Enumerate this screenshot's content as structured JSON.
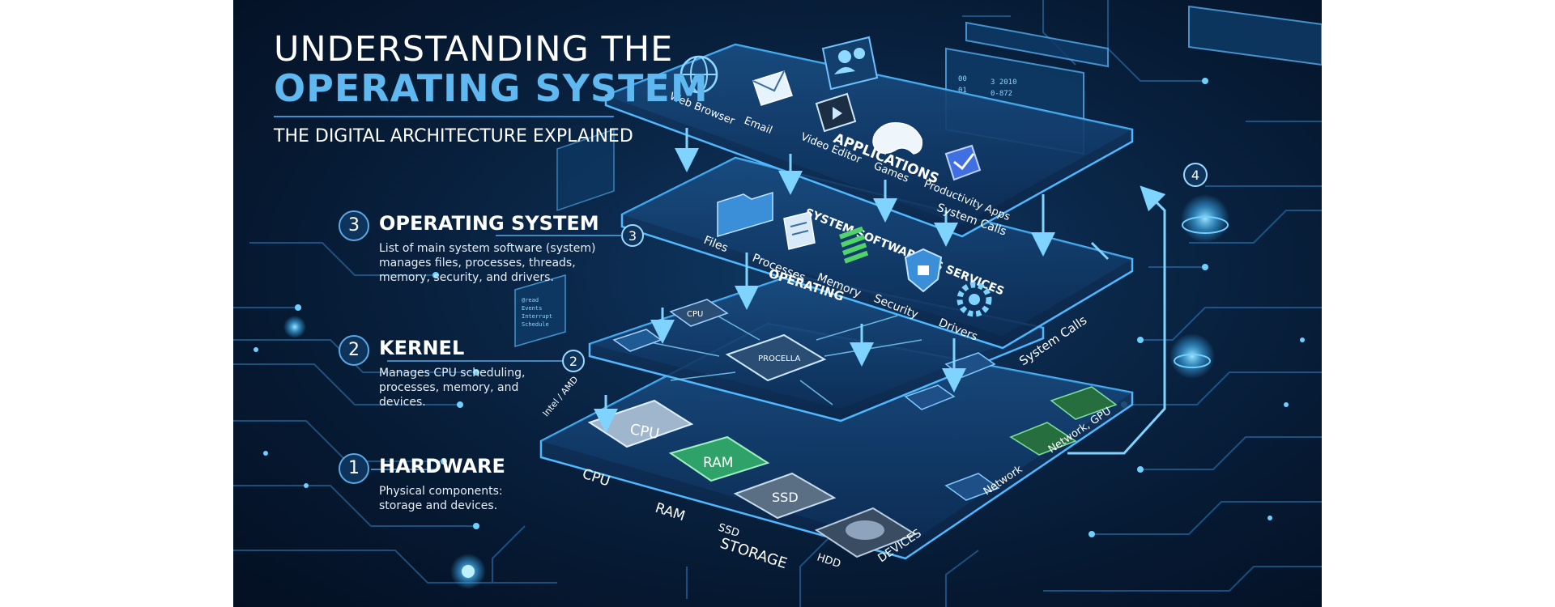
{
  "title": {
    "line1": "UNDERSTANDING THE",
    "line2": "OPERATING SYSTEM",
    "subtitle": "THE DIGITAL ARCHITECTURE EXPLAINED"
  },
  "layers": [
    {
      "number": "3",
      "title": "OPERATING SYSTEM",
      "description": "List of main system software (system) manages files, processes, threads, memory, security, and drivers."
    },
    {
      "number": "2",
      "title": "KERNEL",
      "description": "Manages CPU scheduling, processes, memory, and devices."
    },
    {
      "number": "1",
      "title": "HARDWARE",
      "description": "Physical components: storage and devices."
    }
  ],
  "applications": {
    "layer_label": "APPLICATIONS",
    "items": [
      {
        "label": "Web Browser",
        "icon": "globe-icon"
      },
      {
        "label": "Email",
        "icon": "envelope-icon"
      },
      {
        "label": "Video Editor",
        "icon": "film-icon"
      },
      {
        "label": "Games",
        "icon": "gamepad-icon"
      },
      {
        "label": "Productivity Apps",
        "icon": "checkmark-icon"
      }
    ]
  },
  "os_services": {
    "banner": "SYSTEM SOFTWARE/OS SERVICES",
    "layer_label": "OPERATING",
    "items": [
      {
        "label": "Files",
        "icon": "folder-icon"
      },
      {
        "label": "Processes",
        "icon": "document-icon"
      },
      {
        "label": "Memory",
        "icon": "memory-bars-icon"
      },
      {
        "label": "Security",
        "icon": "shield-lock-icon"
      },
      {
        "label": "Drivers",
        "icon": "gear-icon"
      }
    ]
  },
  "kernel_layer": {
    "chip_label": "PROCELLA",
    "cpu_label": "CPU"
  },
  "hardware": {
    "cpu_chip": "CPU",
    "cpu_brand": "Intel / AMD",
    "ram_chip": "RAM",
    "ssd_chip": "SSD",
    "labels": [
      "CPU",
      "RAM",
      "SSD",
      "STORAGE",
      "HDD",
      "DEVICES",
      "Network",
      "Network, GPU"
    ]
  },
  "connectors": {
    "system_calls_1": "System Calls",
    "system_calls_2": "System Calls",
    "marker_4": "4",
    "marker_3": "3",
    "marker_2": "2"
  },
  "side_notes": {
    "kernel_panel_lines": [
      "@read",
      "Events",
      "Interrupt",
      "Schedule"
    ],
    "code_panel_lines": [
      "00",
      "01",
      "3 2010",
      "0-872"
    ]
  },
  "colors": {
    "accent": "#5fb8f0",
    "glow": "#4fc3ff",
    "background": "#0a2647"
  }
}
